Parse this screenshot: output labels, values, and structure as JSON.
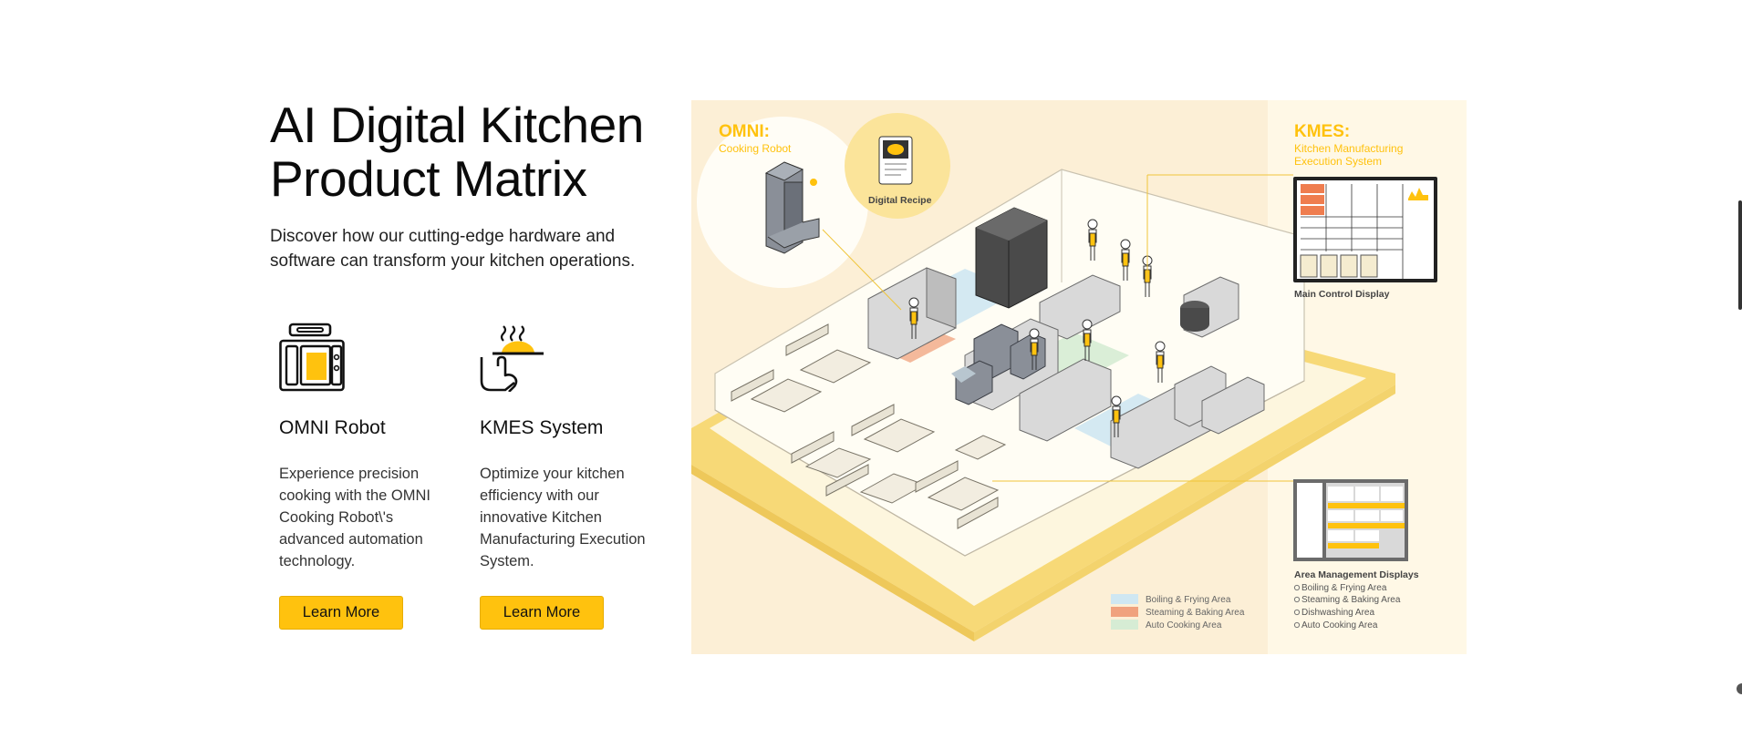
{
  "hero": {
    "title_line1": "AI Digital Kitchen",
    "title_line2": "Product Matrix",
    "subtitle": "Discover how our cutting-edge hardware and software can transform your kitchen operations."
  },
  "products": [
    {
      "icon": "robot-cabinet-icon",
      "title": "OMNI Robot",
      "description": "Experience precision cooking with the OMNI Cooking Robot\\'s advanced automation technology.",
      "button_label": "Learn More"
    },
    {
      "icon": "serving-hand-icon",
      "title": "KMES System",
      "description": "Optimize your kitchen efficiency with our innovative Kitchen Manufacturing Execution System.",
      "button_label": "Learn More"
    }
  ],
  "illustration": {
    "omni_title": "OMNI:",
    "omni_subtitle": "Cooking Robot",
    "digital_recipe_label": "Digital Recipe",
    "kmes_title": "KMES:",
    "kmes_subtitle_line1": "Kitchen Manufacturing",
    "kmes_subtitle_line2": "Execution System",
    "main_control_label": "Main Control Display",
    "area_mgmt_title": "Area Management Displays",
    "area_list": [
      "Boiling & Frying Area",
      "Steaming & Baking Area",
      "Dishwashing Area",
      "Auto Cooking Area"
    ],
    "legend": [
      {
        "label": "Boiling & Frying Area",
        "color": "#cfe7f2"
      },
      {
        "label": "Steaming & Baking Area",
        "color": "#f0a27e"
      },
      {
        "label": "Auto Cooking Area",
        "color": "#d6ecd4"
      }
    ]
  },
  "colors": {
    "accent": "#ffc20e",
    "illustration_bg": "#fcefd6",
    "kmes_panel_bg": "#fff8e6",
    "highlight_orange": "#ef7d4f"
  }
}
